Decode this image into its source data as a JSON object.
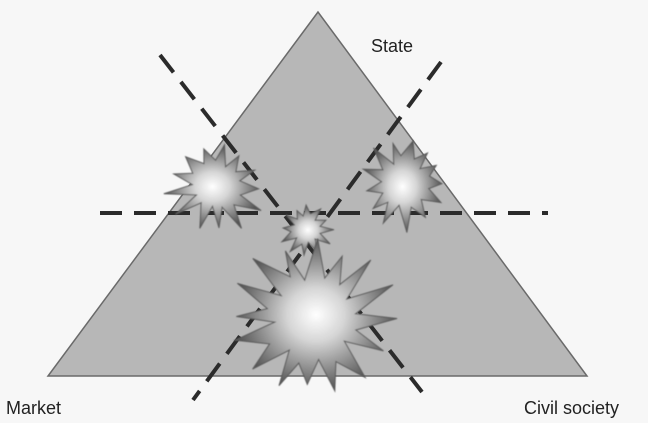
{
  "labels": {
    "state": "State",
    "market": "Market",
    "civil_society": "Civil society"
  },
  "colors": {
    "triangle_fill": "#b7b7b7",
    "triangle_stroke": "#6a6a6a",
    "dash_line": "#2b2b2b",
    "burst_center": "#ffffff",
    "burst_edge": "#555555"
  },
  "diagram": {
    "shape": "triangle",
    "dashed_lines": 3,
    "bursts": 4
  }
}
